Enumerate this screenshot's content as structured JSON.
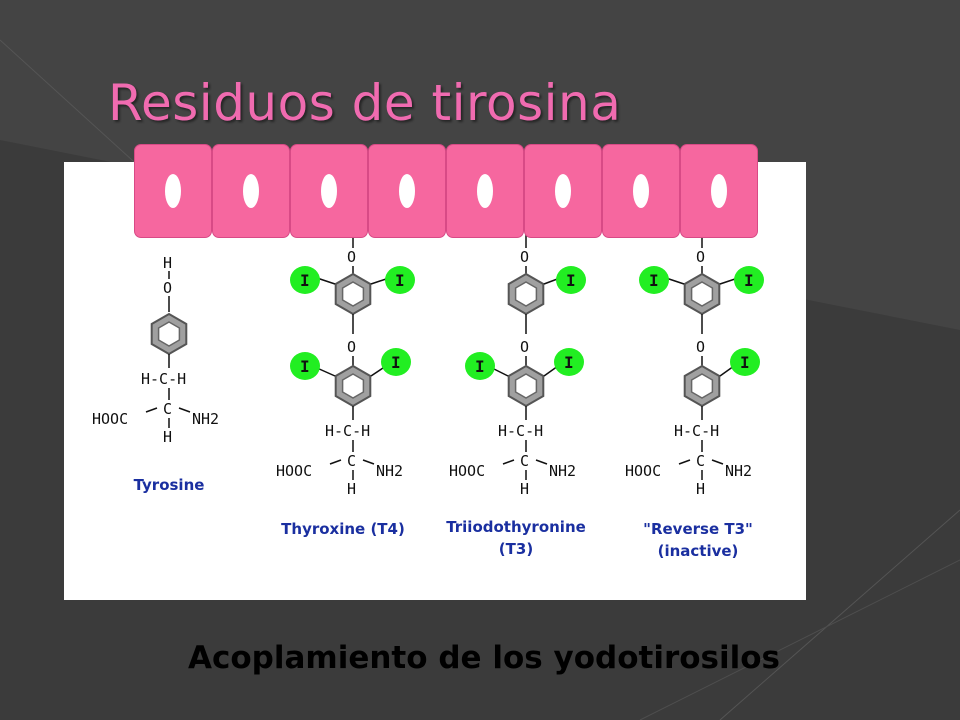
{
  "slide": {
    "title": "Residuos de tirosina",
    "subtitle": "Acoplamiento de los yodotirosilos"
  },
  "colors": {
    "background": "#3a3a3a",
    "title": "#f06bb0",
    "cell": "#f6679f",
    "iodine": "#22ee22",
    "ring": "#9a9a9a",
    "label": "#1a2fa0"
  },
  "cells": {
    "count": 8
  },
  "molecules": [
    {
      "label_lines": [
        "Tyrosine"
      ]
    },
    {
      "label_lines": [
        "Thyroxine (T4)"
      ]
    },
    {
      "label_lines": [
        "Triiodothyronine",
        "(T3)"
      ]
    },
    {
      "label_lines": [
        "\"Reverse T3\"",
        "(inactive)"
      ]
    }
  ],
  "atoms": {
    "h": "H",
    "o": "O",
    "i": "I",
    "hch": "H-C-H",
    "c": "C",
    "hooc": "HOOC",
    "nh2": "NH2"
  }
}
